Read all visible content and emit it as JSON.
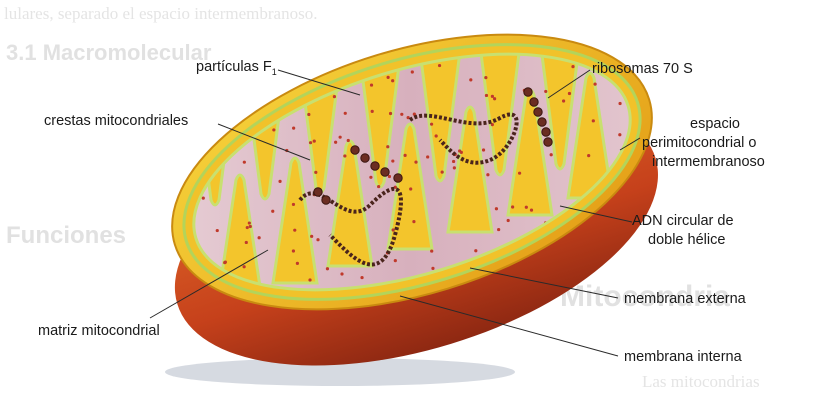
{
  "labels": {
    "particulas": "partículas F",
    "particulas_sub": "1",
    "ribosomas": "ribosomas 70 S",
    "crestas": "crestas mitocondriales",
    "espacio_1": "espacio",
    "espacio_2": "perimitocondrial o",
    "espacio_3": "intermembranoso",
    "adn_1": "ADN circular de",
    "adn_2": "doble hélice",
    "membrana_externa": "membrana externa",
    "matriz": "matriz mitocondrial",
    "membrana_interna": "membrana interna"
  },
  "background_text": {
    "line_1": "lulares, separado el espacio intermembranoso.",
    "heading_1": "3.1  Macromolecular",
    "heading_2": "Funciones",
    "heading_3": "Mitocondria",
    "line_2": "Las mitocondrias"
  },
  "colors": {
    "outer_membrane": "#e8b21e",
    "outer_shell": "#c8451c",
    "matrix": "#d9b8c4",
    "crista_edge": "#cfe37a",
    "dna": "#5a2a20"
  }
}
